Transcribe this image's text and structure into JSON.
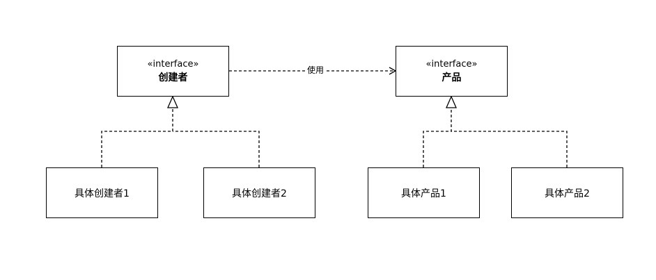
{
  "diagram": {
    "creator_interface": {
      "stereotype": "«interface»",
      "name": "创建者"
    },
    "product_interface": {
      "stereotype": "«interface»",
      "name": "产品"
    },
    "concrete_creators": [
      "具体创建者1",
      "具体创建者2"
    ],
    "concrete_products": [
      "具体产品1",
      "具体产品2"
    ],
    "use_label": "使用",
    "colors": {
      "line": "#000000",
      "box_border": "#000000",
      "background": "#ffffff"
    }
  }
}
